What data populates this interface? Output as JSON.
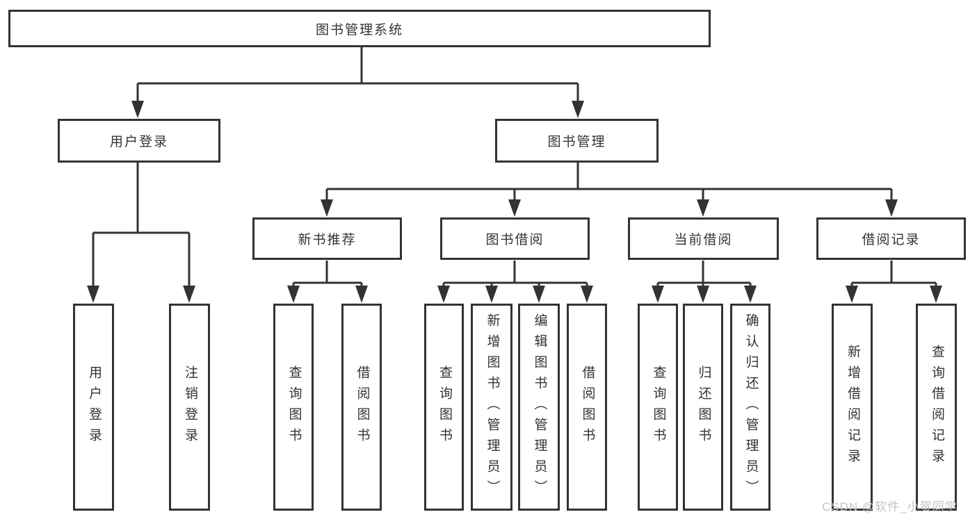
{
  "root": {
    "label": "图书管理系统"
  },
  "level2": [
    {
      "label": "用户登录"
    },
    {
      "label": "图书管理"
    }
  ],
  "level3": [
    {
      "label": "新书推荐"
    },
    {
      "label": "图书借阅"
    },
    {
      "label": "当前借阅"
    },
    {
      "label": "借阅记录"
    }
  ],
  "leaves": [
    {
      "label": "用户登录"
    },
    {
      "label": "注销登录"
    },
    {
      "label": "查询图书"
    },
    {
      "label": "借阅图书"
    },
    {
      "label": "查询图书"
    },
    {
      "label": "新增图书（管理员）"
    },
    {
      "label": "编辑图书（管理员）"
    },
    {
      "label": "借阅图书"
    },
    {
      "label": "查询图书"
    },
    {
      "label": "归还图书"
    },
    {
      "label": "确认归还（管理员）"
    },
    {
      "label": "新增借阅记录"
    },
    {
      "label": "查询借阅记录"
    }
  ],
  "watermark": {
    "text": "CSDN @软件_小贺同学"
  },
  "colors": {
    "line": "#333333",
    "border": "#333333",
    "text": "#333333",
    "watermark": "#c3c3c3",
    "background": "#ffffff"
  }
}
